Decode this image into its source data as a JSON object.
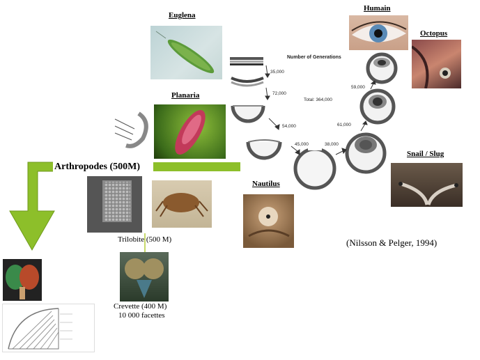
{
  "labels": {
    "euglena": "Euglena",
    "planaria": "Planaria",
    "humain": "Humain",
    "octopus": "Octopus",
    "snail": "Snail / Slug",
    "nautilus": "Nautilus",
    "arthropodes": "Arthropodes (500M)"
  },
  "captions": {
    "trilobite": "Trilobite (500 M)",
    "crevette_line1": "Crevette (400 M)",
    "crevette_line2": "10 000 facettes",
    "citation": "(Nilsson & Pelger, 1994)"
  },
  "diagram": {
    "header": "Number of Generations",
    "total": "Total: 364,000",
    "steps": [
      "35,000",
      "72,000",
      "54,000",
      "45,000",
      "38,000",
      "61,000",
      "59,000"
    ]
  },
  "colors": {
    "arrow_green": "#8dbf2a",
    "arrow_green_dark": "#6f9a1c"
  }
}
